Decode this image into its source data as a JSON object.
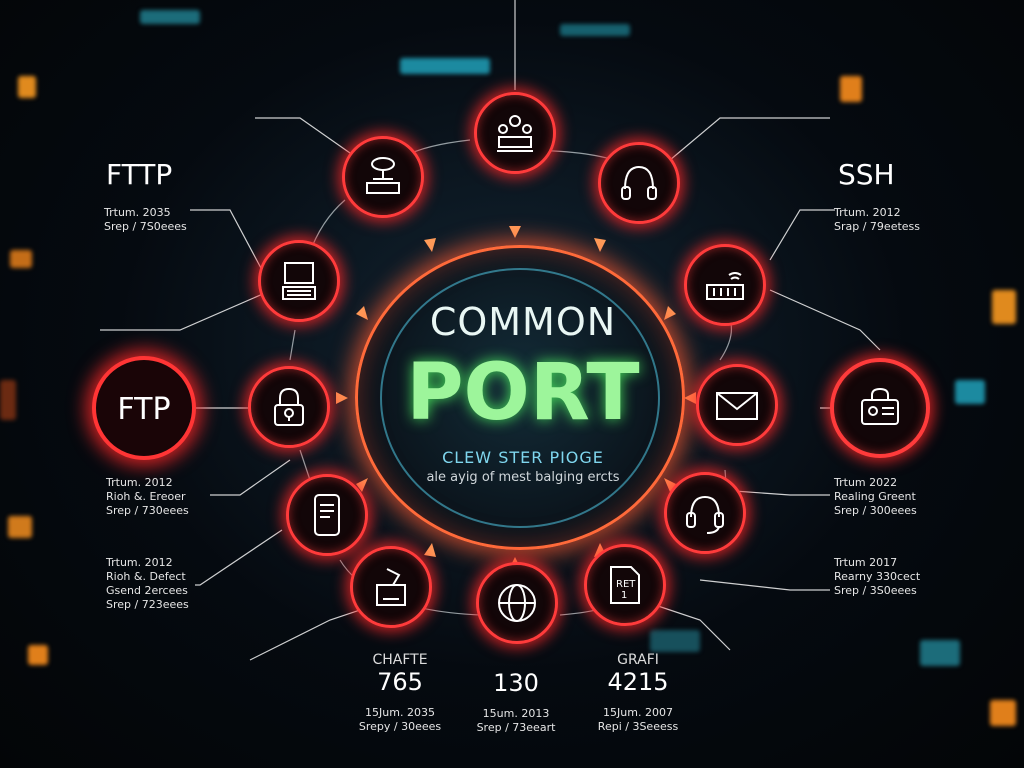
{
  "hub": {
    "line1": "COMMON",
    "line2": "PORT",
    "line3": "CLEW STER PIOGE",
    "line4": "ale ayig of mest balging ercts"
  },
  "left": {
    "fttp_title": "FTTP",
    "fttp_l1": "Trtum. 2035",
    "fttp_l2": "Srep / 7S0eees",
    "ftp_title": "FTP",
    "b1_l1": "Trtum. 2012",
    "b1_l2": "Rioh &. Ereoer",
    "b1_l3": "Srep / 730eees",
    "b2_l1": "Trtum. 2012",
    "b2_l2": "Rioh &. Defect",
    "b2_l3": "Gsend 2ercees",
    "b2_l4": "Srep / 723eees"
  },
  "right": {
    "ssh_title": "SSH",
    "ssh_l1": "Trtum. 2012",
    "ssh_l2": "Srap / 79eetess",
    "c1_l1": "Trtum 2022",
    "c1_l2": "Realing Greent",
    "c1_l3": "Srep / 300eees",
    "c2_l1": "Trtum 2017",
    "c2_l2": "Rearny 330cect",
    "c2_l3": "Srep / 3S0eees"
  },
  "bottom": [
    {
      "cap": "CHAFTE",
      "num": "765",
      "l1": "15Jum. 2035",
      "l2": "Srepy / 30eees"
    },
    {
      "cap": "",
      "num": "130",
      "l1": "15um. 2013",
      "l2": "Srep / 73eeart"
    },
    {
      "cap": "GRAFI",
      "num": "4215",
      "l1": "15Jum. 2007",
      "l2": "Repi / 3Seeess"
    }
  ],
  "icons": {
    "n1": "team-icon",
    "n2": "headphones-icon",
    "n3": "router-icon",
    "n4": "mail-icon",
    "n5": "headset-icon",
    "n6": "document-icon",
    "n7": "globe-icon",
    "n8": "package-icon",
    "n9": "tablet-icon",
    "n10": "lock-icon",
    "n11": "terminal-icon",
    "n12": "network-icon",
    "n13": "id-card-icon"
  },
  "colors": {
    "accent": "#ff3b3b",
    "hub_text": "#9df59b",
    "ring": "#50c8e6"
  }
}
